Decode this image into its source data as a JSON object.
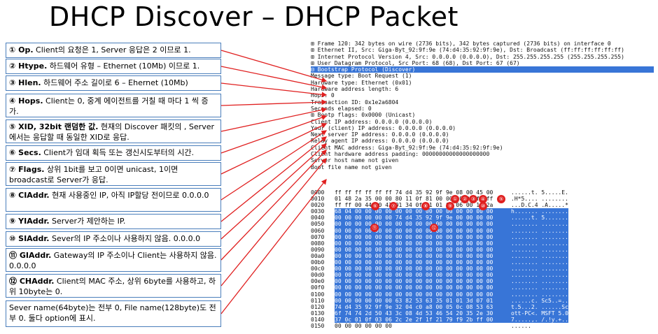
{
  "title": "DHCP Discover – DHCP Packet",
  "boxes": [
    {
      "num": "① Op.",
      "text": " Client의 요청은 1, Server 응답은 2 이므로 1."
    },
    {
      "num": "② Htype.",
      "text": " 하드웨어 유형 – Ethernet (10Mb) 이므로 1."
    },
    {
      "num": "③ Hlen.",
      "text": " 하드웨어 주소 길이로 6 – Ehernet (10Mb)"
    },
    {
      "num": "④ Hops.",
      "text": " Client는 0, 중계 에이전트를 거칠 때 마다 1 씩 증가."
    },
    {
      "num": "⑤ XID, 32bit 랜덤한 값.",
      "text": " 현재의 Discover 패킷의 , Server에서는 응답할 때 동일한 XID로 응답."
    },
    {
      "num": "⑥ Secs.",
      "text": " Client가 임대 획득 또는 갱신시도부터의 시간."
    },
    {
      "num": "⑦ Flags.",
      "text": " 상위 1bit를 보고 0이면 unicast, 1이면 broadcast로 Server가 응답."
    },
    {
      "num": "⑧ CIAddr.",
      "text": " 현재 사용중인 IP, 아직 IP할당 전이므로 0.0.0.0"
    },
    {
      "num": "⑨ YIAddr.",
      "text": " Server가 제안하는 IP."
    },
    {
      "num": "⑩ SIAddr.",
      "text": " Sever의 IP 주소이나 사용하지 않음. 0.0.0.0"
    },
    {
      "num": "⑪ GIAddr.",
      "text": " Gateway의 IP 주소이나 Client는 사용하지 않음. 0.0.0.0"
    },
    {
      "num": "⑫ CHAddr.",
      "text": " Client의 MAC 주소, 상위 6byte를 사용하고, 하위 10byte는 0."
    },
    {
      "num": "",
      "text": "Sever name(64byte)는 전부 0, File name(128byte)도 전부 0. 둘다 option에 표시."
    }
  ],
  "tree": [
    "⊞ Frame 120: 342 bytes on wire (2736 bits), 342 bytes captured (2736 bits) on interface 0",
    "⊞ Ethernet II, Src: Giga-Byt_92:9f:9e (74:d4:35:92:9f:9e), Dst: Broadcast (ff:ff:ff:ff:ff:ff)",
    "⊞ Internet Protocol Version 4, Src: 0.0.0.0 (0.0.0.0), Dst: 255.255.255.255 (255.255.255.255)",
    "⊞ User Datagram Protocol, Src Port: 68 (68), Dst Port: 67 (67)",
    "⊟ Bootstrap Protocol (Discover)",
    "    Message type: Boot Request (1)",
    "    Hardware type: Ethernet (0x01)",
    "    Hardware address length: 6",
    "    Hops: 0",
    "    Transaction ID: 0x1e2a6804",
    "    Seconds elapsed: 0",
    "  ⊞ Bootp flags: 0x0000 (Unicast)",
    "    Client IP address: 0.0.0.0 (0.0.0.0)",
    "    Your (client) IP address: 0.0.0.0 (0.0.0.0)",
    "    Next server IP address: 0.0.0.0 (0.0.0.0)",
    "    Relay agent IP address: 0.0.0.0 (0.0.0.0)",
    "    Client MAC address: Giga-Byt_92:9f:9e (74:d4:35:92:9f:9e)",
    "    Client hardware address padding: 00000000000000000000",
    "    Server host name not given",
    "    Boot file name not given"
  ],
  "hex": [
    {
      "off": "0000",
      "bytes": "ff ff ff ff ff ff 74 d4  35 92 9f 9e 08 00 45 00",
      "ascii": "......t. 5.....E."
    },
    {
      "off": "0010",
      "bytes": "01 48 2a 35 00 00 80 11  0f 81 00 00 00 00 ff ff",
      "ascii": ".H*5.... ........"
    },
    {
      "off": "0020",
      "bytes": "ff ff 00 44 00 43 01 34  0f 41 01 01 06 00 1e 2a",
      "ascii": "...D.C.4 .A.....*"
    },
    {
      "off": "0030",
      "bytes": "68 04 00 00 00 00 00 00  00 00 00 00 00 00 00 00",
      "ascii": "h....... ........"
    },
    {
      "off": "0040",
      "bytes": "00 00 00 00 00 00 74 d4  35 92 9f 9e 00 00 00 00",
      "ascii": "......t. 5......."
    },
    {
      "off": "0050",
      "bytes": "00 00 00 00 00 00 00 00  00 00 00 00 00 00 00 00",
      "ascii": "........ ........"
    },
    {
      "off": "0060",
      "bytes": "00 00 00 00 00 00 00 00  00 00 00 00 00 00 00 00",
      "ascii": "........ ........"
    },
    {
      "off": "0070",
      "bytes": "00 00 00 00 00 00 00 00  00 00 00 00 00 00 00 00",
      "ascii": "........ ........"
    },
    {
      "off": "0080",
      "bytes": "00 00 00 00 00 00 00 00  00 00 00 00 00 00 00 00",
      "ascii": "........ ........"
    },
    {
      "off": "0090",
      "bytes": "00 00 00 00 00 00 00 00  00 00 00 00 00 00 00 00",
      "ascii": "........ ........"
    },
    {
      "off": "00a0",
      "bytes": "00 00 00 00 00 00 00 00  00 00 00 00 00 00 00 00",
      "ascii": "........ ........"
    },
    {
      "off": "00b0",
      "bytes": "00 00 00 00 00 00 00 00  00 00 00 00 00 00 00 00",
      "ascii": "........ ........"
    },
    {
      "off": "00c0",
      "bytes": "00 00 00 00 00 00 00 00  00 00 00 00 00 00 00 00",
      "ascii": "........ ........"
    },
    {
      "off": "00d0",
      "bytes": "00 00 00 00 00 00 00 00  00 00 00 00 00 00 00 00",
      "ascii": "........ ........"
    },
    {
      "off": "00e0",
      "bytes": "00 00 00 00 00 00 00 00  00 00 00 00 00 00 00 00",
      "ascii": "........ ........"
    },
    {
      "off": "00f0",
      "bytes": "00 00 00 00 00 00 00 00  00 00 00 00 00 00 00 00",
      "ascii": "........ ........"
    },
    {
      "off": "0100",
      "bytes": "00 00 00 00 00 00 00 00  00 00 00 00 00 00 00 00",
      "ascii": "........ ........"
    },
    {
      "off": "0110",
      "bytes": "00 00 00 00 00 00 63 82  53 63 35 01 01 3d 07 01",
      "ascii": "......c. Sc5..=.."
    },
    {
      "off": "0120",
      "bytes": "74 d4 35 92 9f 9e 32 04  c0 a8 00 05 0c 08 53 63",
      "ascii": "t.5...2. ......Sc"
    },
    {
      "off": "0130",
      "bytes": "6f 74 74 2d 50 43 3c 08  4d 53 46 54 20 35 2e 30",
      "ascii": "ott-PC<. MSFT 5.0"
    },
    {
      "off": "0140",
      "bytes": "37 0c 01 0f 03 06 2c 2e  2f 1f 21 79 f9 2b ff 00",
      "ascii": "7.....,. /.!y.+.."
    },
    {
      "off": "0150",
      "bytes": "00 00 00 00 00 00",
      "ascii": "......"
    }
  ],
  "markers": [
    "①",
    "②",
    "③",
    "④",
    "⑤",
    "⑥",
    "⑦",
    "⑧",
    "⑨",
    "⑩",
    "⑪",
    "⑫"
  ],
  "colors": {
    "border": "#4a7ebb",
    "arrow": "#e02020",
    "select": "#3875d7"
  }
}
